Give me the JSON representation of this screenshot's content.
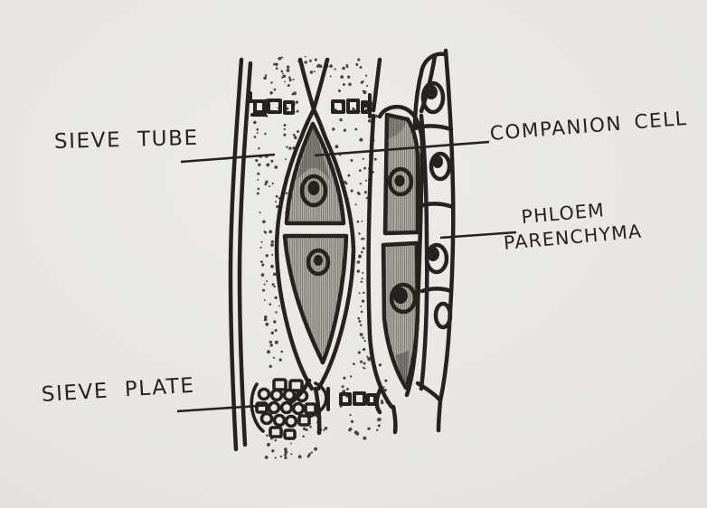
{
  "figure": {
    "labels": {
      "sieve_tube": "SIEVE TUBE",
      "companion_cell": "COMPANION CELL",
      "phloem_parenchyma": [
        "PHLOEM",
        "PARENCHYMA"
      ],
      "sieve_plate": "SIEVE PLATE"
    },
    "colors": {
      "paper": "#e8e5e1",
      "ink": "#26221e",
      "cell_shading": "#9b968f"
    }
  }
}
